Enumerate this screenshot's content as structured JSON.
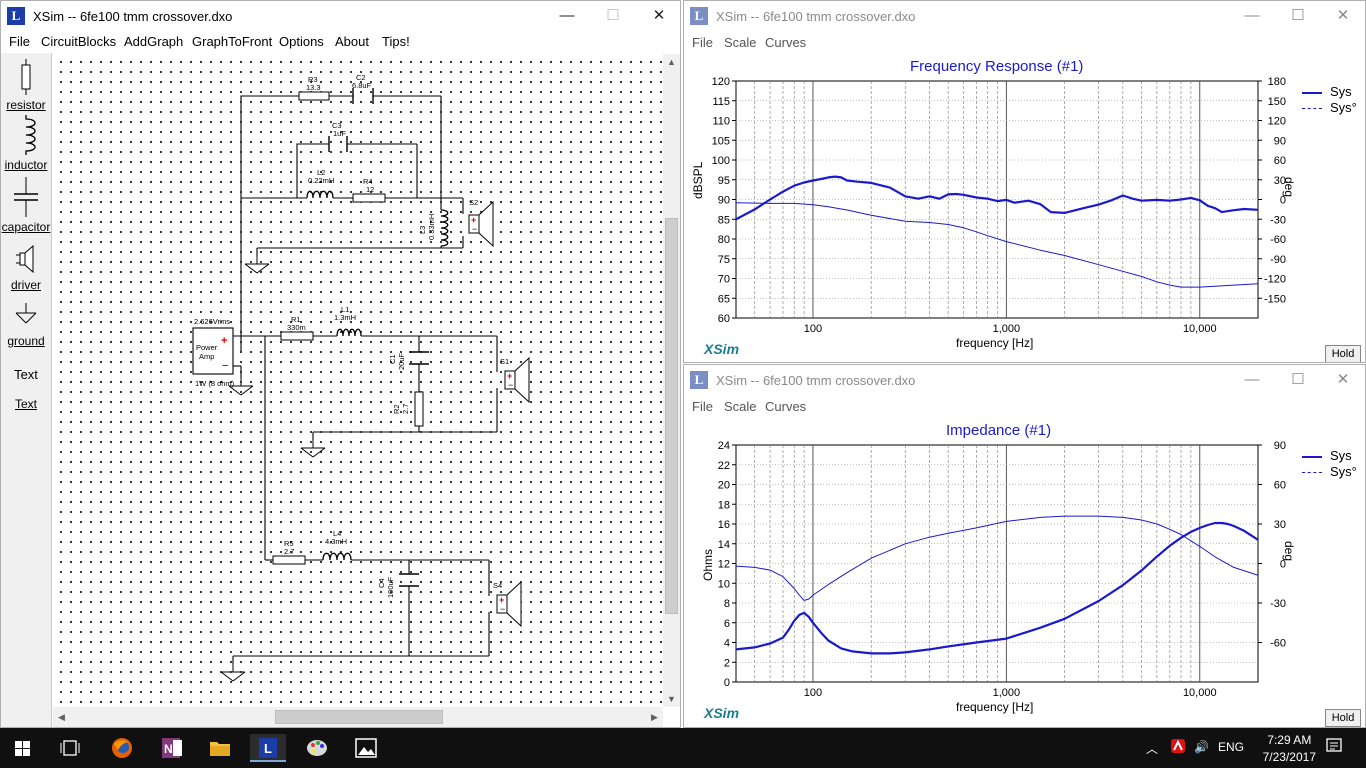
{
  "main_window": {
    "title": "XSim -- 6fe100 tmm crossover.dxo",
    "menu": [
      "File",
      "CircuitBlocks",
      "AddGraph",
      "GraphToFront",
      "Options",
      "About",
      "Tips!"
    ],
    "window_controls": {
      "minimize": "—",
      "maximize": "☐",
      "close": "✕"
    }
  },
  "toolbox": [
    {
      "label": "resistor",
      "icon": "resistor-icon"
    },
    {
      "label": "inductor",
      "icon": "inductor-icon"
    },
    {
      "label": "capacitor",
      "icon": "capacitor-icon"
    },
    {
      "label": "driver",
      "icon": "driver-icon"
    },
    {
      "label": "ground",
      "icon": "ground-icon"
    },
    {
      "label": "Text",
      "icon": "text-icon"
    },
    {
      "label": "Text",
      "icon": "text-link"
    }
  ],
  "circuit": {
    "amp": {
      "top": "2.626Vrms",
      "label1": "Power",
      "label2": "Amp",
      "bottom": "1W (8 ohm)",
      "plus": "+",
      "minus": "−"
    },
    "components": {
      "R3": {
        "name": "R3",
        "value": "13.3"
      },
      "C2": {
        "name": "C2",
        "value": "6.8uF"
      },
      "C3": {
        "name": "C3",
        "value": "1uF"
      },
      "L2": {
        "name": "L2",
        "value": "0.22mH"
      },
      "R4": {
        "name": "R4",
        "value": "12"
      },
      "L3": {
        "name": "L3",
        "value": "0.33mH"
      },
      "S2": {
        "name": "S2"
      },
      "R1": {
        "name": "R1",
        "value": "330m"
      },
      "L1": {
        "name": "L1",
        "value": "1.3mH"
      },
      "C1": {
        "name": "C1",
        "value": "20uF"
      },
      "R2": {
        "name": "R2",
        "value": "2.7"
      },
      "S1": {
        "name": "S1"
      },
      "R5": {
        "name": "R5",
        "value": "2.7"
      },
      "L4": {
        "name": "L4",
        "value": "4.3mH"
      },
      "C4": {
        "name": "C4",
        "value": "100uF"
      },
      "S4": {
        "name": "S4"
      }
    }
  },
  "freq_window": {
    "title": "XSim -- 6fe100 tmm crossover.dxo",
    "menu": [
      "File",
      "Scale",
      "Curves"
    ],
    "window_controls": {
      "minimize": "—",
      "maximize": "☐",
      "close": "✕"
    },
    "brand": "XSim",
    "hold_label": "Hold"
  },
  "imp_window": {
    "title": "XSim -- 6fe100 tmm crossover.dxo",
    "menu": [
      "File",
      "Scale",
      "Curves"
    ],
    "window_controls": {
      "minimize": "—",
      "maximize": "☐",
      "close": "✕"
    },
    "brand": "XSim",
    "hold_label": "Hold"
  },
  "chart_data": [
    {
      "type": "line",
      "title": "Frequency Response (#1)",
      "xlabel": "frequency [Hz]",
      "ylabel": "dBSPL",
      "y2label": "deg",
      "xscale": "log",
      "xlim": [
        40,
        20000
      ],
      "ylim": [
        60,
        120
      ],
      "y2lim": [
        -180,
        180
      ],
      "yticks": [
        60,
        65,
        70,
        75,
        80,
        85,
        90,
        95,
        100,
        105,
        110,
        115,
        120
      ],
      "y2ticks": [
        -150,
        -120,
        -90,
        -60,
        -30,
        0,
        30,
        60,
        90,
        120,
        150,
        180
      ],
      "xtick_labels": [
        {
          "value": 100,
          "label": "100"
        },
        {
          "value": 1000,
          "label": "1,000"
        },
        {
          "value": 10000,
          "label": "10,000"
        }
      ],
      "legend": "top-right",
      "series": [
        {
          "name": "Sys",
          "axis": "left",
          "style": "thick",
          "color": "#1a1acc",
          "x": [
            40,
            50,
            60,
            70,
            80,
            90,
            100,
            110,
            120,
            130,
            140,
            150,
            170,
            200,
            250,
            300,
            350,
            400,
            450,
            500,
            550,
            600,
            700,
            800,
            900,
            1000,
            1100,
            1300,
            1500,
            1700,
            2000,
            2500,
            3000,
            3500,
            4000,
            4500,
            5000,
            6000,
            7000,
            8000,
            9000,
            10000,
            11000,
            12000,
            13000,
            15000,
            17000,
            20000
          ],
          "y": [
            85,
            87.5,
            90,
            92,
            93.5,
            94.3,
            94.8,
            95.2,
            95.6,
            95.8,
            95.6,
            94.8,
            94.5,
            94.2,
            93,
            90.8,
            90.2,
            90.8,
            90.2,
            91.3,
            91.4,
            91.2,
            90.5,
            90.2,
            89.6,
            89.9,
            89.2,
            89.7,
            88.8,
            86.8,
            86.6,
            87.8,
            88.7,
            89.8,
            91,
            90.2,
            89.7,
            89.9,
            89.7,
            90,
            90.4,
            89.8,
            88.4,
            87.8,
            86.8,
            87.3,
            87.6,
            87.4
          ]
        },
        {
          "name": "Sys°",
          "axis": "right",
          "style": "thin",
          "color": "#1a1acc",
          "x": [
            40,
            60,
            80,
            100,
            120,
            150,
            200,
            300,
            400,
            500,
            600,
            700,
            800,
            1000,
            1500,
            2000,
            3000,
            4000,
            5000,
            6000,
            7000,
            8000,
            10000,
            15000,
            20000
          ],
          "y": [
            -5,
            -6,
            -6,
            -8,
            -11,
            -16,
            -24,
            -33,
            -35,
            -38,
            -43,
            -49,
            -55,
            -64,
            -77,
            -85,
            -99,
            -109,
            -117,
            -125,
            -130,
            -133,
            -133,
            -130,
            -128
          ]
        }
      ]
    },
    {
      "type": "line",
      "title": "Impedance (#1)",
      "xlabel": "frequency [Hz]",
      "ylabel": "Ohms",
      "y2label": "deg",
      "xscale": "log",
      "xlim": [
        40,
        20000
      ],
      "ylim": [
        0,
        24
      ],
      "y2lim": [
        -90,
        90
      ],
      "yticks": [
        0,
        2,
        4,
        6,
        8,
        10,
        12,
        14,
        16,
        18,
        20,
        22,
        24
      ],
      "y2ticks": [
        -60,
        -30,
        0,
        30,
        60,
        90
      ],
      "xtick_labels": [
        {
          "value": 100,
          "label": "100"
        },
        {
          "value": 1000,
          "label": "1,000"
        },
        {
          "value": 10000,
          "label": "10,000"
        }
      ],
      "legend": "top-right",
      "series": [
        {
          "name": "Sys",
          "axis": "left",
          "style": "thick",
          "color": "#1a1acc",
          "x": [
            40,
            50,
            60,
            70,
            75,
            80,
            85,
            90,
            95,
            100,
            110,
            120,
            140,
            160,
            200,
            250,
            300,
            400,
            500,
            700,
            1000,
            1500,
            2000,
            3000,
            4000,
            5000,
            6000,
            7000,
            8000,
            9000,
            10000,
            11000,
            12000,
            13000,
            14000,
            15000,
            17000,
            20000
          ],
          "y": [
            3.3,
            3.5,
            3.9,
            4.5,
            5.3,
            6.2,
            6.8,
            7,
            6.6,
            6,
            5,
            4.2,
            3.4,
            3.1,
            2.9,
            2.9,
            3,
            3.3,
            3.6,
            4,
            4.4,
            5.5,
            6.4,
            8.2,
            9.8,
            11.3,
            12.7,
            13.8,
            14.6,
            15.2,
            15.6,
            15.9,
            16.1,
            16.1,
            16,
            15.8,
            15.3,
            14.4
          ]
        },
        {
          "name": "Sys°",
          "axis": "right",
          "style": "thin",
          "color": "#1a1acc",
          "x": [
            40,
            50,
            60,
            70,
            80,
            85,
            90,
            95,
            100,
            120,
            150,
            200,
            300,
            400,
            500,
            700,
            1000,
            1500,
            2000,
            3000,
            4000,
            5000,
            6000,
            7000,
            8000,
            10000,
            12000,
            15000,
            20000
          ],
          "y": [
            -2,
            -3,
            -5,
            -10,
            -19,
            -24,
            -28,
            -27,
            -24,
            -16,
            -7,
            4,
            15,
            20,
            23,
            27,
            32,
            35,
            36,
            36,
            35,
            33,
            30,
            26,
            22,
            13,
            5,
            -3,
            -9
          ]
        }
      ]
    }
  ]
}
